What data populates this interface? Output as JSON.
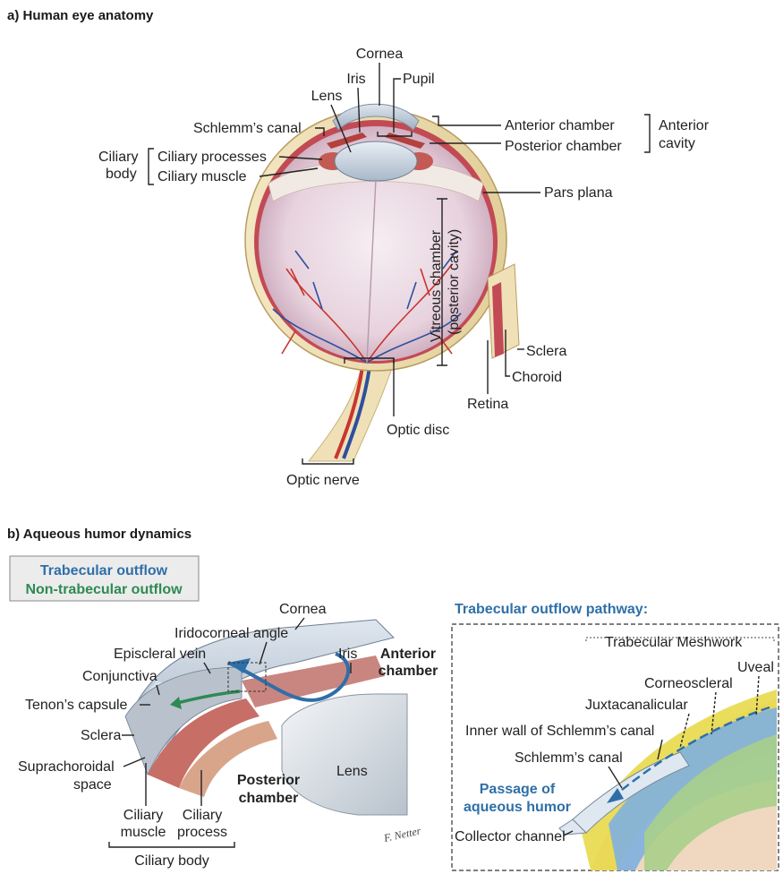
{
  "section_a": {
    "title": "a) Human eye anatomy",
    "labels": {
      "cornea": "Cornea",
      "iris": "Iris",
      "pupil": "Pupil",
      "lens": "Lens",
      "schlemms_canal": "Schlemm’s canal",
      "anterior_chamber": "Anterior chamber",
      "posterior_chamber": "Posterior chamber",
      "anterior_cavity_1": "Anterior",
      "anterior_cavity_2": "cavity",
      "ciliary_body_1": "Ciliary",
      "ciliary_body_2": "body",
      "ciliary_processes": "Ciliary processes",
      "ciliary_muscle": "Ciliary muscle",
      "pars_plana": "Pars plana",
      "vitreous_1": "Vitreous chamber",
      "vitreous_2": "(posterior cavity)",
      "sclera": "Sclera",
      "choroid": "Choroid",
      "retina": "Retina",
      "optic_disc": "Optic disc",
      "optic_nerve": "Optic nerve"
    }
  },
  "section_b": {
    "title": "b) Aqueous humor dynamics",
    "legend": {
      "trabecular": "Trabecular outflow",
      "non_trabecular": "Non-trabecular outflow"
    },
    "labels": {
      "cornea": "Cornea",
      "iridocorneal_angle": "Iridocorneal angle",
      "episcleral_vein": "Episcleral vein",
      "conjunctiva": "Conjunctiva",
      "tenons_capsule": "Tenon’s capsule",
      "sclera": "Sclera",
      "suprachoroidal_1": "Suprachoroidal",
      "suprachoroidal_2": "space",
      "iris": "Iris",
      "anterior_chamber_1": "Anterior",
      "anterior_chamber_2": "chamber",
      "lens": "Lens",
      "posterior_chamber_1": "Posterior",
      "posterior_chamber_2": "chamber",
      "ciliary_muscle_1": "Ciliary",
      "ciliary_muscle_2": "muscle",
      "ciliary_process_1": "Ciliary",
      "ciliary_process_2": "process",
      "ciliary_body": "Ciliary body",
      "signature": "F. Netter"
    },
    "inset": {
      "title": "Trabecular outflow pathway:",
      "trabecular_meshwork": "Trabecular Meshwork",
      "uveal": "Uveal",
      "corneoscleral": "Corneoscleral",
      "juxtacanalicular": "Juxtacanalicular",
      "inner_wall": "Inner wall of Schlemm’s canal",
      "schlemms_canal": "Schlemm’s canal",
      "passage_1": "Passage of",
      "passage_2": "aqueous humor",
      "collector_channel": "Collector channel"
    }
  },
  "colors": {
    "trabecular_blue": "#2f6fa8",
    "non_trabecular_green": "#2e8a52",
    "sclera": "#efe0b8",
    "vessel_red": "#c8362e",
    "vessel_blue": "#2d4f9e"
  }
}
